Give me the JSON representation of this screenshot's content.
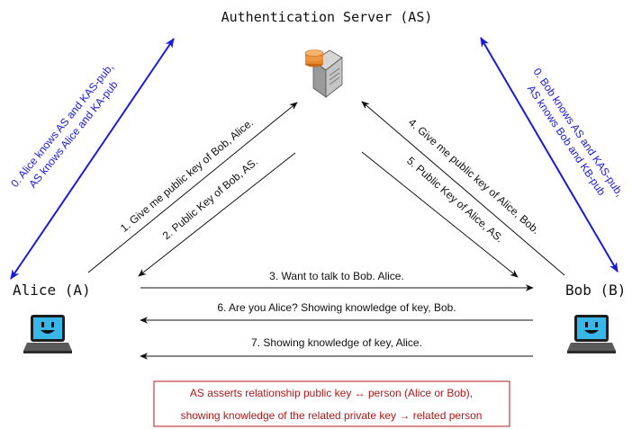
{
  "title": "Authentication Server (AS)",
  "parties": {
    "alice": "Alice (A)",
    "bob": "Bob (B)"
  },
  "knowledge": {
    "alice_line1": "0. Alice knows AS and KAS-pub,",
    "alice_line2": "AS knows Alice and KA-pub",
    "bob_line1": "0. Bob knows AS and KAS-pub,",
    "bob_line2": "AS knows Bob and KB-pub"
  },
  "messages": {
    "m1": "1. Give me public key of Bob, Alice.",
    "m2": "2. Public Key of Bob, AS.",
    "m3": "3. Want to talk to Bob. Alice.",
    "m4": "4. Give me public key of Alice, Bob.",
    "m5": "5. Public Key of Alice, AS.",
    "m6": "6. Are you Alice? Showing knowledge of key, Bob.",
    "m7": "7. Showing knowledge of key, Alice."
  },
  "note": {
    "line1": "AS asserts relationship public key ↔ person (Alice or Bob),",
    "line2": "showing knowledge of the related private key → related person"
  },
  "colors": {
    "blue": "#1a1adb",
    "note_red": "#b01818",
    "screen": "#39b7e8",
    "db_orange": "#e8862a"
  },
  "icons": {
    "server": "server-database-icon",
    "laptop": "smiling-laptop-icon"
  }
}
